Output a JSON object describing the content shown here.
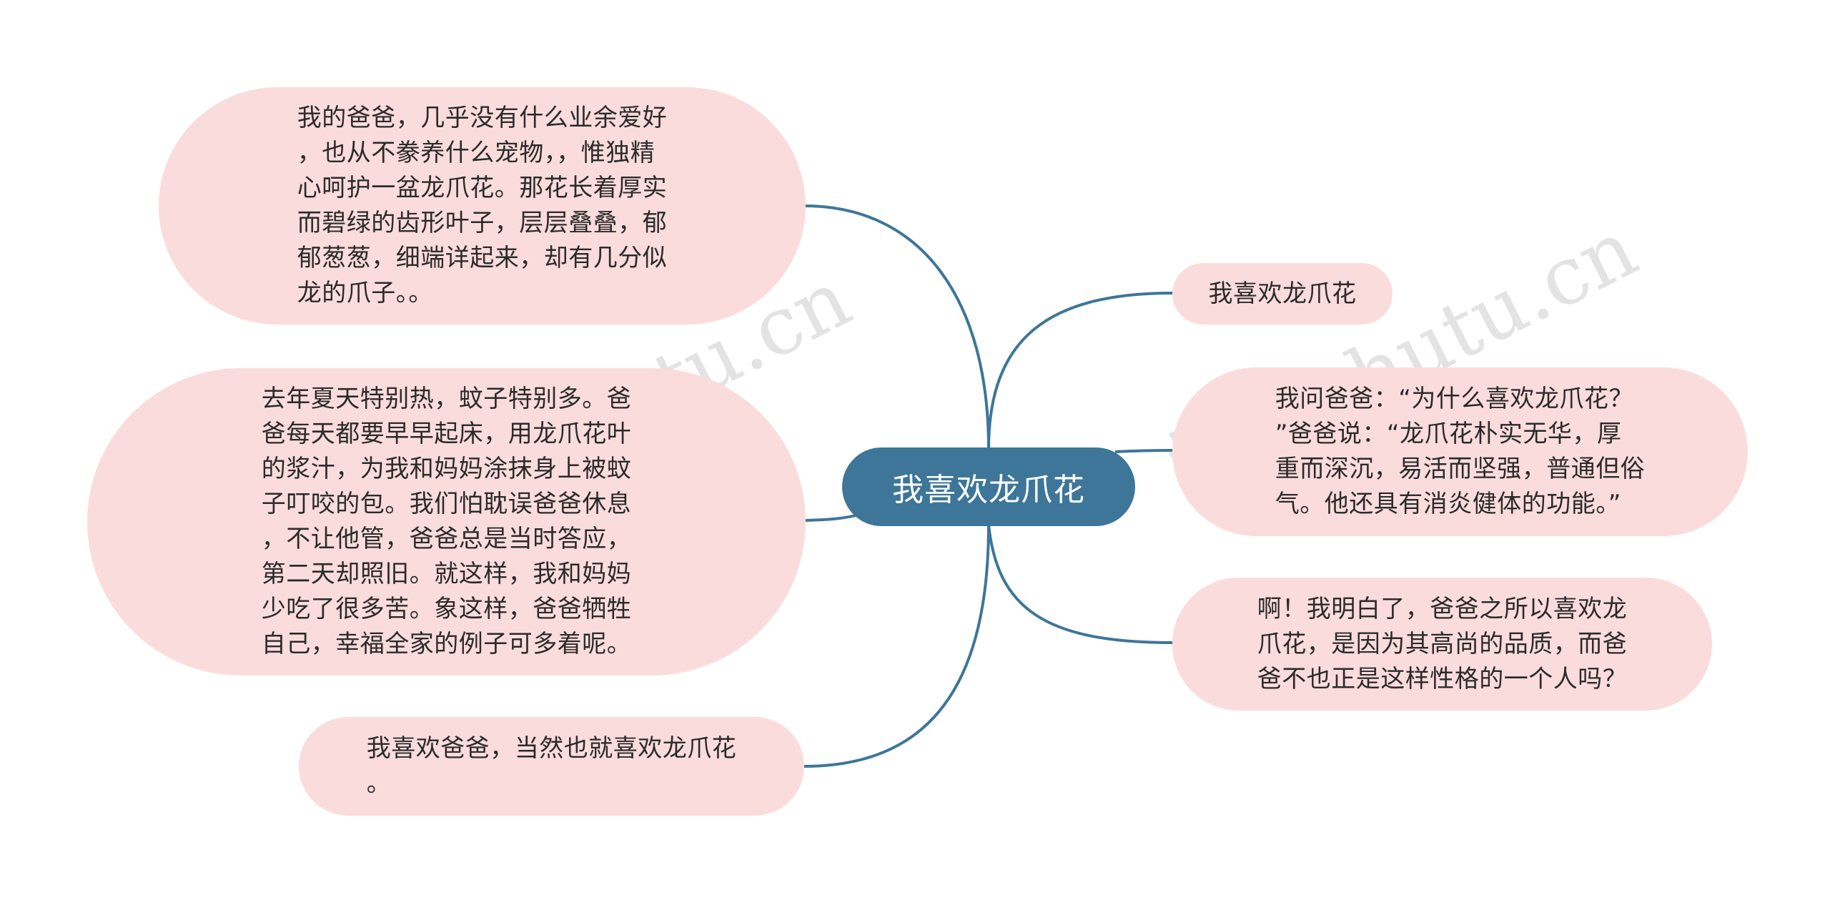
{
  "center": {
    "label": "我喜欢龙爪花"
  },
  "topics": {
    "left_1": "我的爸爸，几乎没有什么业余爱好\n，也从不豢养什么宠物，，惟独精\n心呵护一盆龙爪花。那花长着厚实\n而碧绿的齿形叶子，层层叠叠，郁\n郁葱葱，细端详起来，却有几分似\n龙的爪子。。",
    "left_2": "去年夏天特别热，蚊子特别多。爸\n爸每天都要早早起床，用龙爪花叶\n的浆汁，为我和妈妈涂抹身上被蚊\n子叮咬的包。我们怕耽误爸爸休息\n，不让他管，爸爸总是当时答应，\n第二天却照旧。就这样，我和妈妈\n少吃了很多苦。象这样，爸爸牺牲\n自己，幸福全家的例子可多着呢。",
    "left_3": "我喜欢爸爸，当然也就喜欢龙爪花\n。",
    "right_1": "我喜欢龙爪花",
    "right_2": "我问爸爸：“为什么喜欢龙爪花？\n”爸爸说：“龙爪花朴实无华，厚\n重而深沉，易活而坚强，普通但俗\n气。他还具有消炎健体的功能。”",
    "right_3": "啊！我明白了，爸爸之所以喜欢龙\n爪花，是因为其高尚的品质，而爸\n爸不也正是这样性格的一个人吗？"
  },
  "watermarks": [
    "树图shutu.cn",
    "树图shutu.cn"
  ],
  "colors": {
    "center_fill": "#3d7699",
    "topic_fill": "#fbdcdc",
    "edge": "#3d7699",
    "text": "#2b2b2b"
  }
}
